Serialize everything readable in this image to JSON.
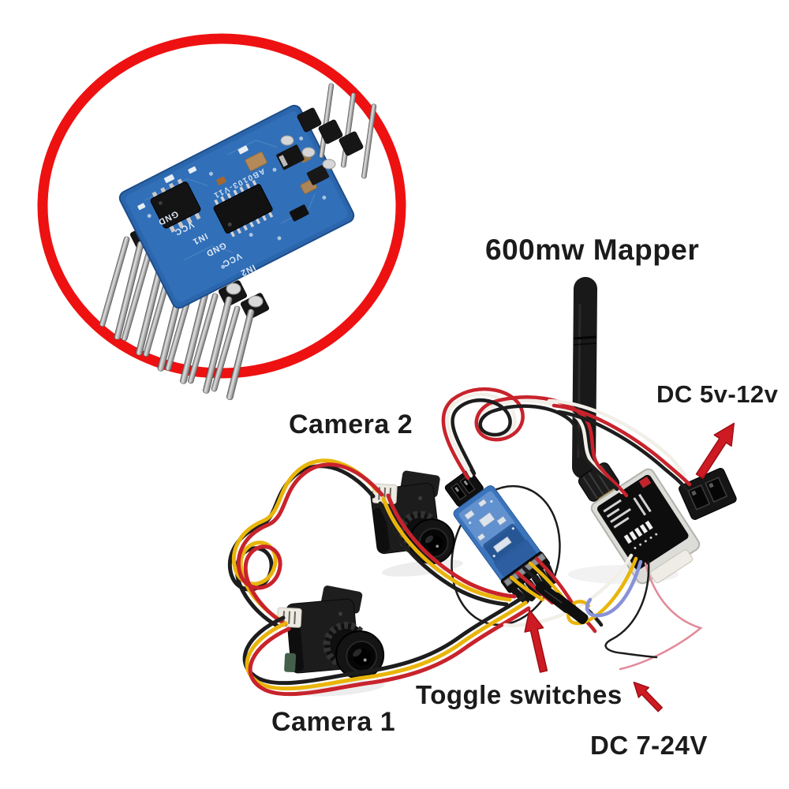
{
  "scene": {
    "description": "Annotated product photo of a 3-channel FPV video switcher kit",
    "background": "#ffffff"
  },
  "annotations": {
    "mapper_label": "600mw Mapper",
    "camera2_label": "Camera 2",
    "camera1_label": "Camera 1",
    "toggle_label": "Toggle switches",
    "dc_vtx_label": "DC 5v-12v",
    "dc_switch_label": "DC 7-24V"
  },
  "switch_pcb": {
    "silkscreen": [
      "GND",
      "VCC",
      "IN1",
      "GND",
      "VCC",
      "IN2"
    ],
    "marking": "AB0103-V11"
  },
  "colors": {
    "highlight_ring": "#ee1111",
    "module_circle": "#1c1c1c",
    "arrow_red": "#ce1a22",
    "pcb_blue": "#2b66ad",
    "module_blue": "#3b74bb",
    "wire_yellow": "#e9b50b",
    "wire_red": "#c8232c",
    "wire_black": "#1d1d1d",
    "wire_white": "#f2efe9",
    "wire_purple": "#8892d8",
    "wire_pink": "#e28b9a",
    "text": "#1b1b1b"
  }
}
